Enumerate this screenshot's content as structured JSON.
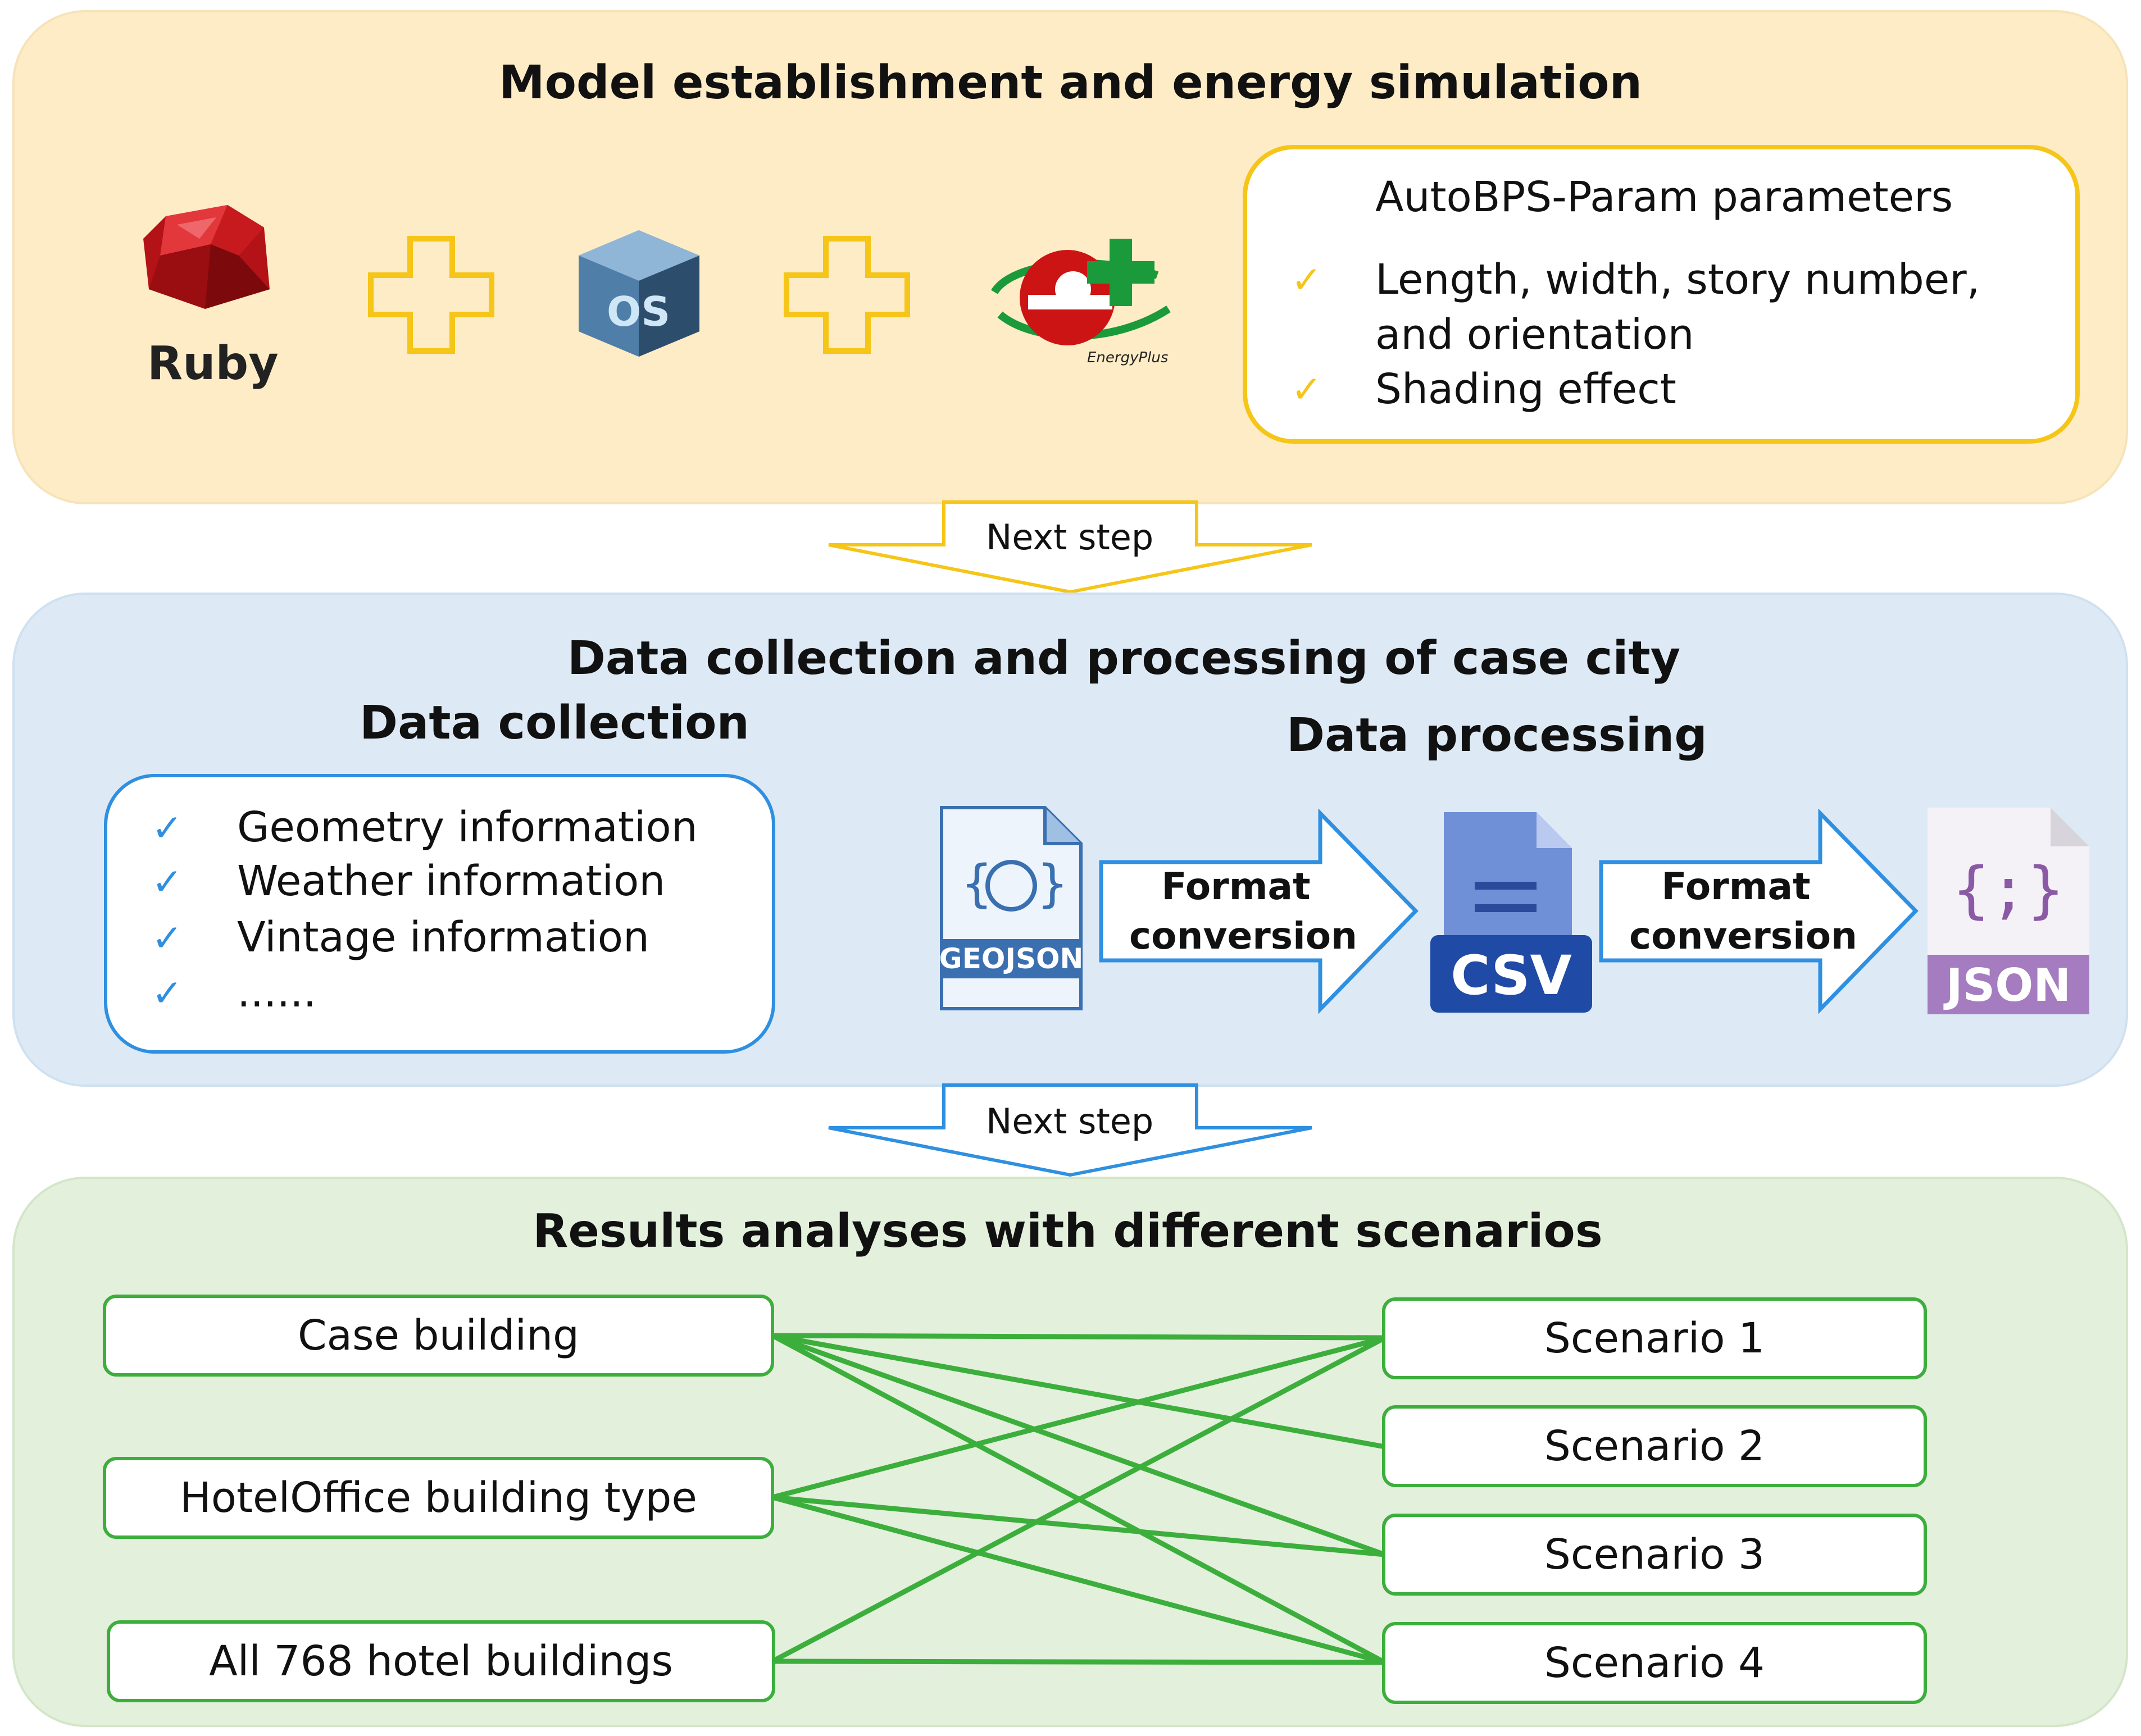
{
  "sections": {
    "model": {
      "title": "Model establishment and energy simulation",
      "ruby_label": "Ruby",
      "os_label": "OS",
      "energyplus_label": "EnergyPlus",
      "params_title": "AutoBPS-Param parameters",
      "params": [
        "Length, width, story number,",
        "and orientation",
        "Shading effect"
      ]
    },
    "arrow1": {
      "label": "Next step"
    },
    "data": {
      "title": "Data collection and processing of case city",
      "collection_title": "Data collection",
      "processing_title": "Data processing",
      "collection_items": [
        "Geometry information",
        "Weather information",
        "Vintage information",
        "......"
      ],
      "geojson_label": "GEOJSON",
      "csv_label": "CSV",
      "json_label": "JSON",
      "conversion_line1": "Format",
      "conversion_line2": "conversion"
    },
    "arrow2": {
      "label": "Next step"
    },
    "results": {
      "title": "Results analyses with different scenarios",
      "left": [
        "Case building",
        "HotelOffice building type",
        "All 768 hotel buildings"
      ],
      "right": [
        "Scenario 1",
        "Scenario 2",
        "Scenario 3",
        "Scenario 4"
      ]
    }
  },
  "colors": {
    "yellow_panel": "#fdecc6",
    "blue_panel": "#ddeaf6",
    "green_panel": "#e3f0dc",
    "accent_yellow": "#f5c518",
    "accent_blue": "#2f8fe0",
    "accent_green": "#3cae3c"
  }
}
